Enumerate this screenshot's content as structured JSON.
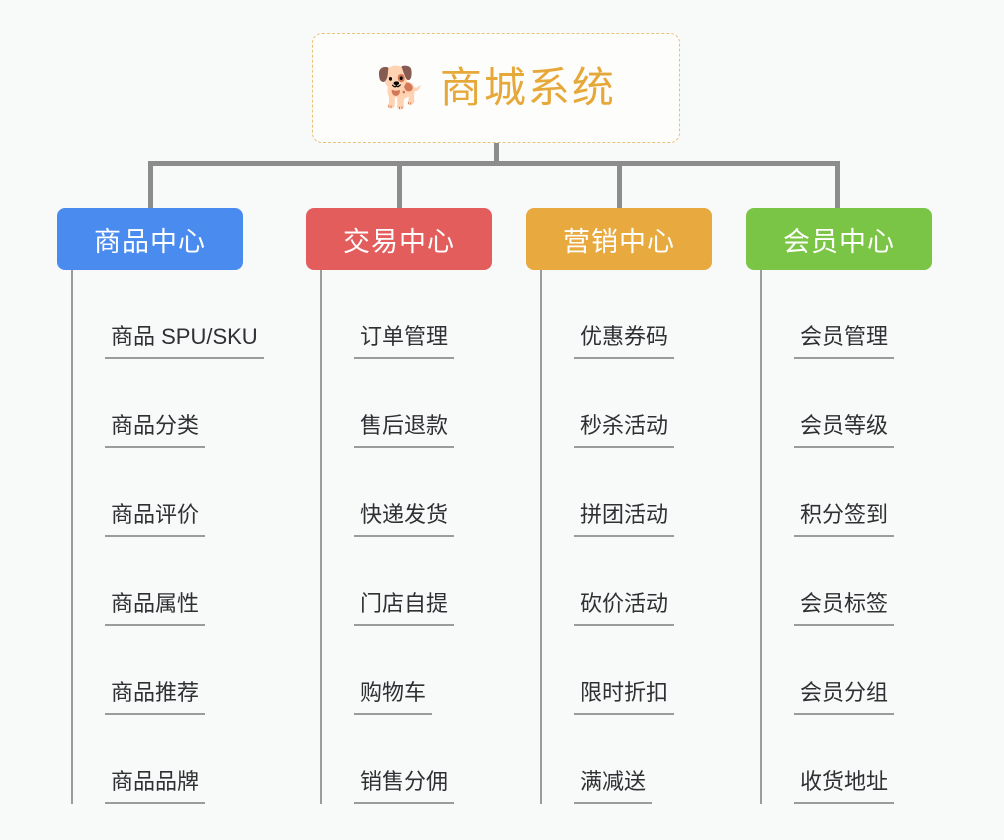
{
  "root": {
    "icon": "shiba-dog-face-emoji",
    "emoji": "🐕",
    "title": "商城系统",
    "title_color": "#e7a83a",
    "border_color": "#e9c27a"
  },
  "canvas": {
    "background_color": "#f8f9f9",
    "connector_color": "#8c8c8c",
    "leaf_line_color": "#9b9b9b"
  },
  "columns": [
    {
      "id": "product-center",
      "label": "商品中心",
      "color": "#4a8bf0",
      "items": [
        {
          "label": "商品 SPU/SKU"
        },
        {
          "label": "商品分类"
        },
        {
          "label": "商品评价"
        },
        {
          "label": "商品属性"
        },
        {
          "label": "商品推荐"
        },
        {
          "label": "商品品牌"
        }
      ]
    },
    {
      "id": "trade-center",
      "label": "交易中心",
      "color": "#e35d5d",
      "items": [
        {
          "label": "订单管理"
        },
        {
          "label": "售后退款"
        },
        {
          "label": "快递发货"
        },
        {
          "label": "门店自提"
        },
        {
          "label": "购物车"
        },
        {
          "label": "销售分佣"
        }
      ]
    },
    {
      "id": "marketing-center",
      "label": "营销中心",
      "color": "#e8a93f",
      "items": [
        {
          "label": "优惠券码"
        },
        {
          "label": "秒杀活动"
        },
        {
          "label": "拼团活动"
        },
        {
          "label": "砍价活动"
        },
        {
          "label": "限时折扣"
        },
        {
          "label": "满减送"
        }
      ]
    },
    {
      "id": "member-center",
      "label": "会员中心",
      "color": "#7bc546",
      "items": [
        {
          "label": "会员管理"
        },
        {
          "label": "会员等级"
        },
        {
          "label": "积分签到"
        },
        {
          "label": "会员标签"
        },
        {
          "label": "会员分组"
        },
        {
          "label": "收货地址"
        }
      ]
    }
  ]
}
